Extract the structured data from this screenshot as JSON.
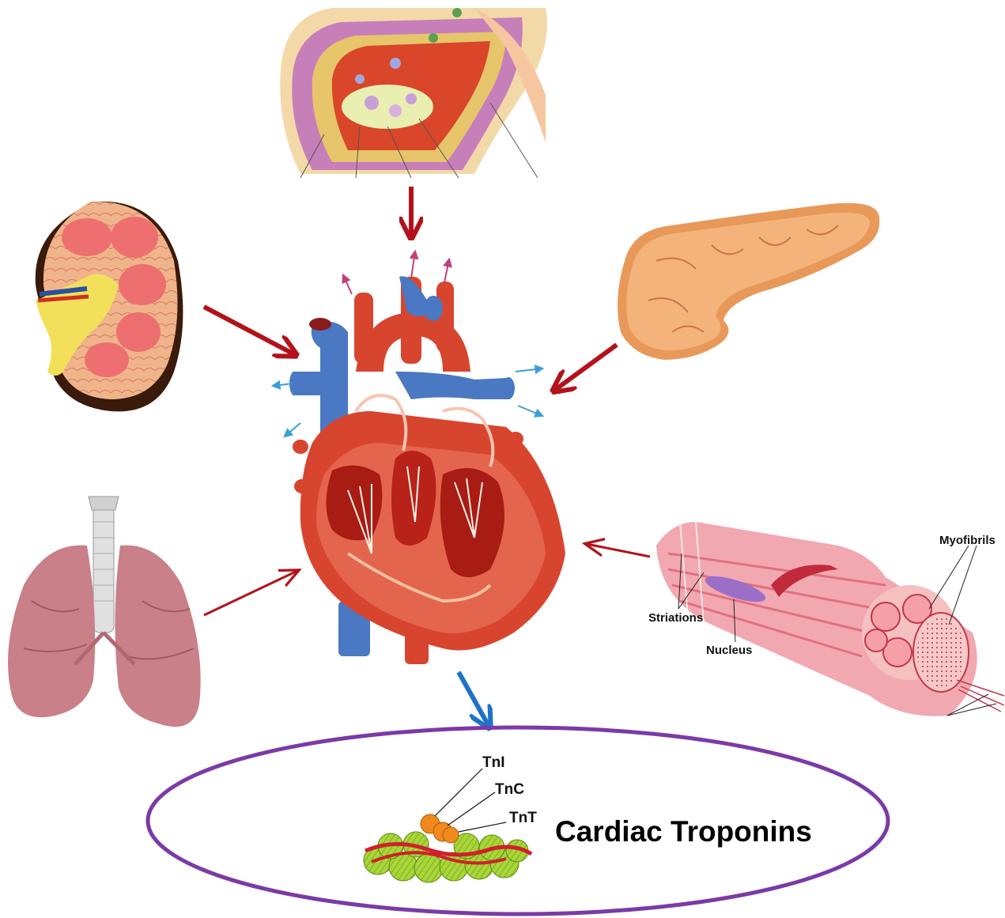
{
  "labels": {
    "striations": "Striations",
    "nucleus": "Nucleus",
    "myofibrils": "Myofibrils",
    "tni": "TnI",
    "tnc": "TnC",
    "tnt": "TnT",
    "title": "Cardiac Troponins"
  },
  "colors": {
    "arrow_red": "#b3121a",
    "arrow_blue": "#1e73c8",
    "ellipse": "#7b3aa6",
    "vein_blue": "#4a78c2",
    "artery_red": "#d8452f",
    "troponin_orange": "#f08a1e",
    "actin_green": "#9acd32"
  },
  "icons": [
    "blood-vessel-icon",
    "kidney-icon",
    "pancreas-icon",
    "lungs-icon",
    "skeletal-muscle-icon",
    "heart-icon",
    "troponin-complex-icon"
  ]
}
